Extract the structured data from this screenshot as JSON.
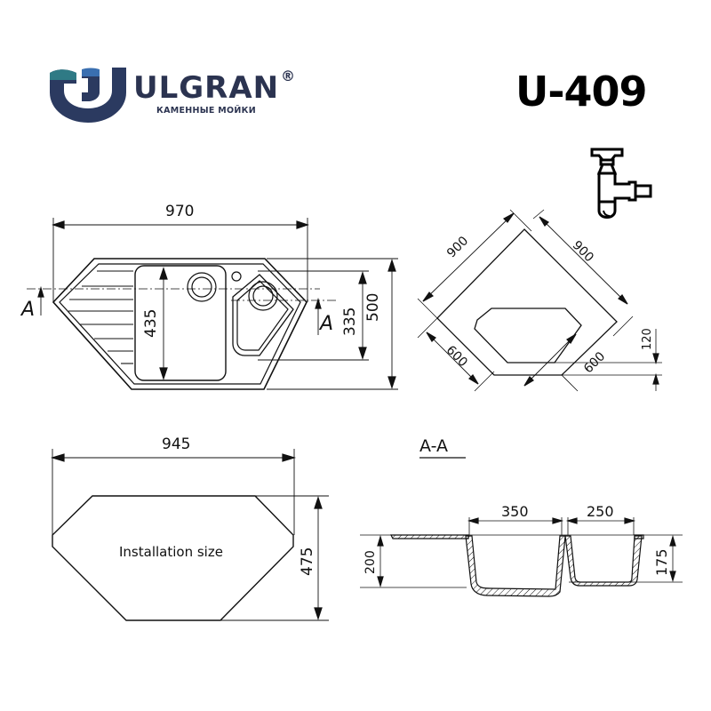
{
  "header": {
    "brand_name": "ULGRAN",
    "registered_mark": "®",
    "tagline": "КАМЕННЫЕ МОЙКИ",
    "model": "U-409",
    "colors": {
      "brand_dark": "#2b3350",
      "brand_teal": "#2f7a85",
      "brand_blue": "#3a6fb0"
    }
  },
  "icons": {
    "logo": "ulgran-u-logo-icon",
    "siphon": "siphon-icon"
  },
  "top_view": {
    "width": "970",
    "depth": "500",
    "bowl_main_depth": "435",
    "bowl_small_offset": "335",
    "section_marker_left": "A",
    "section_marker_right": "A"
  },
  "corner_view": {
    "wall_left": "900",
    "wall_right": "900",
    "side_left": "600",
    "side_right": "600",
    "front_offset": "120"
  },
  "installation": {
    "width": "945",
    "depth": "475",
    "label": "Installation size"
  },
  "section": {
    "title": "A-A",
    "bowl_main_width": "350",
    "bowl_small_width": "250",
    "bowl_main_depth": "200",
    "bowl_small_depth": "175"
  }
}
